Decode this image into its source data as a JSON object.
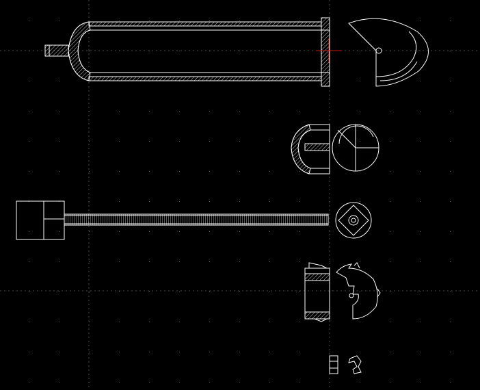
{
  "app": {
    "view": "CAD model space"
  },
  "colors": {
    "background": "#000000",
    "linework": "#ffffff",
    "grid_dots": "#5a5a5a",
    "grid_axis": "#4a4a4a",
    "cursor": "#d01818"
  },
  "grid": {
    "visible": true
  },
  "cursor": {
    "type": "crosshair",
    "visible": true
  },
  "drawing": {
    "parts": [
      "tank-body-section",
      "tank-end-view",
      "cap-section",
      "cap-end-view",
      "knob-head",
      "threaded-rod",
      "hub-end-view",
      "bushing-section",
      "bushing-end-view",
      "small-clip-section",
      "small-clip-end-view"
    ]
  }
}
